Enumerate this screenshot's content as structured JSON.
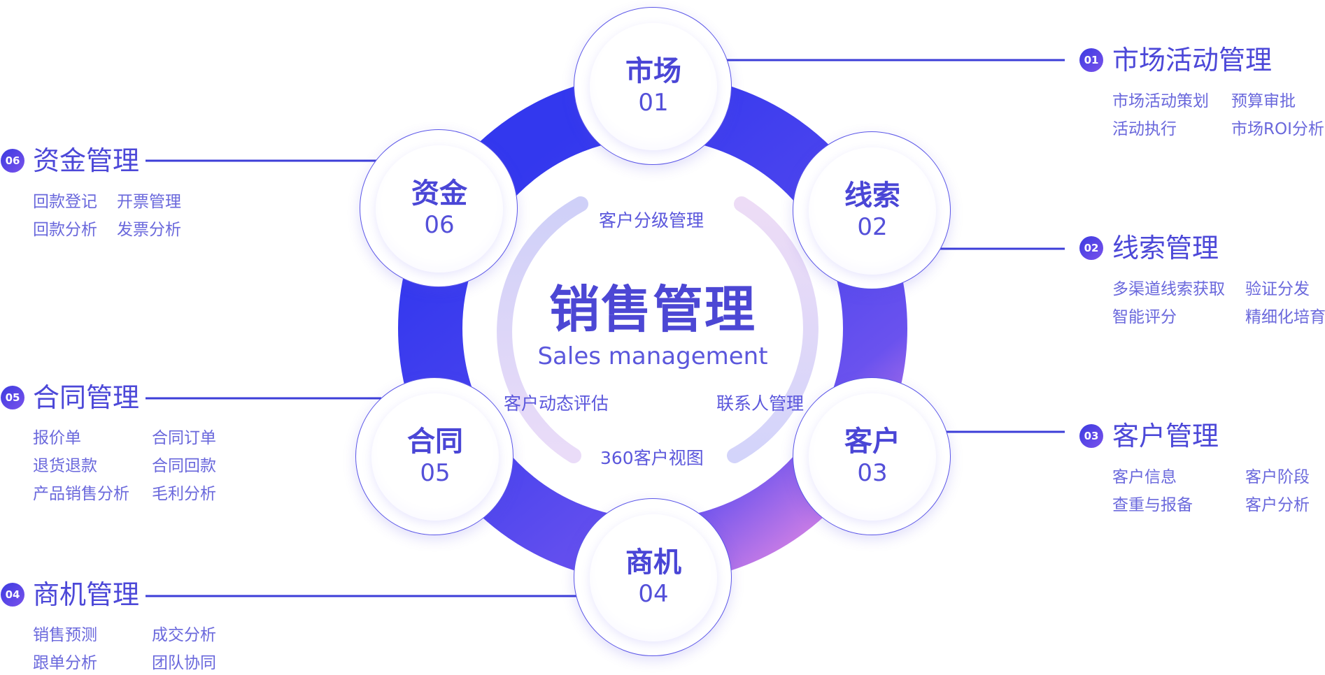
{
  "center": {
    "title": "销售管理",
    "subtitle": "Sales management",
    "inner_labels": [
      "客户分级管理",
      "客户动态评估",
      "联系人管理",
      "360客户视图"
    ]
  },
  "nodes": [
    {
      "title": "市场",
      "num": "01"
    },
    {
      "title": "线索",
      "num": "02"
    },
    {
      "title": "客户",
      "num": "03"
    },
    {
      "title": "商机",
      "num": "04"
    },
    {
      "title": "合同",
      "num": "05"
    },
    {
      "title": "资金",
      "num": "06"
    }
  ],
  "groups": [
    {
      "badge": "01",
      "title": "市场活动管理",
      "items": [
        "市场活动策划",
        "预算审批",
        "活动执行",
        "市场ROI分析"
      ]
    },
    {
      "badge": "02",
      "title": "线索管理",
      "items": [
        "多渠道线索获取",
        "验证分发",
        "智能评分",
        "精细化培育"
      ]
    },
    {
      "badge": "03",
      "title": "客户管理",
      "items": [
        "客户信息",
        "客户阶段",
        "查重与报备",
        "客户分析"
      ]
    },
    {
      "badge": "04",
      "title": "商机管理",
      "items": [
        "销售预测",
        "成交分析",
        "跟单分析",
        "团队协同"
      ]
    },
    {
      "badge": "05",
      "title": "合同管理",
      "items": [
        "报价单",
        "合同订单",
        "退货退款",
        "合同回款",
        "产品销售分析",
        "毛利分析"
      ]
    },
    {
      "badge": "06",
      "title": "资金管理",
      "items": [
        "回款登记",
        "开票管理",
        "回款分析",
        "发票分析"
      ]
    }
  ],
  "colors": {
    "primary": "#3b3df0",
    "accent": "#b56be6",
    "text": "#4c48d8"
  }
}
